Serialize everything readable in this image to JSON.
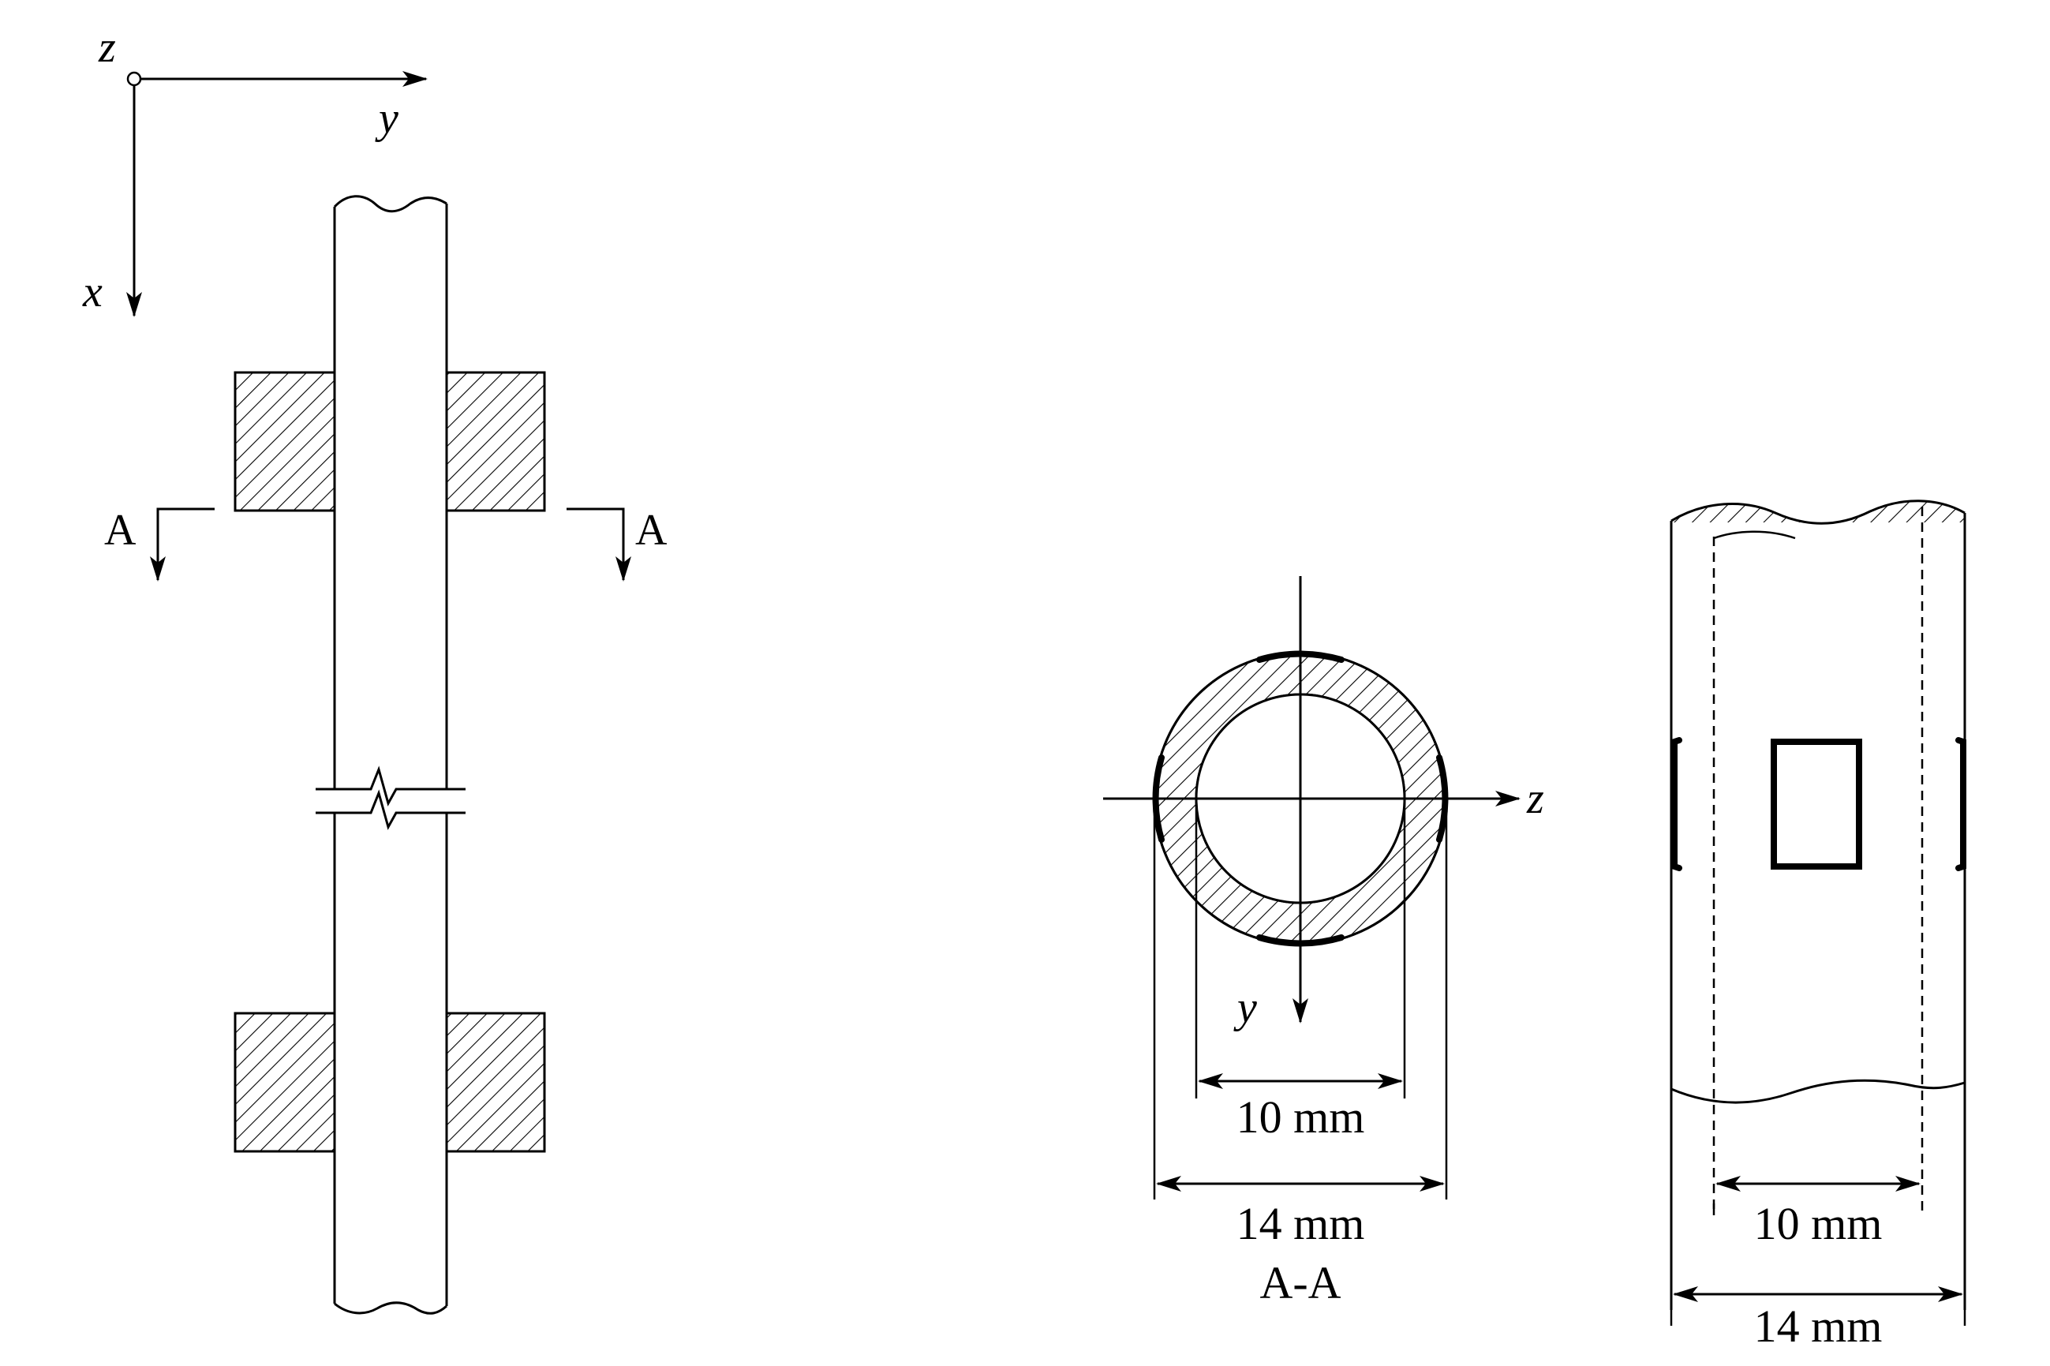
{
  "axes_left": {
    "z": "z",
    "y": "y",
    "x": "x"
  },
  "section_marks": {
    "left": "A",
    "right": "A"
  },
  "cross_section": {
    "axis_z": "z",
    "axis_y": "y",
    "inner_dim": "10 mm",
    "outer_dim": "14 mm",
    "title": "A-A"
  },
  "side_view": {
    "inner_dim": "10 mm",
    "outer_dim": "14 mm"
  }
}
